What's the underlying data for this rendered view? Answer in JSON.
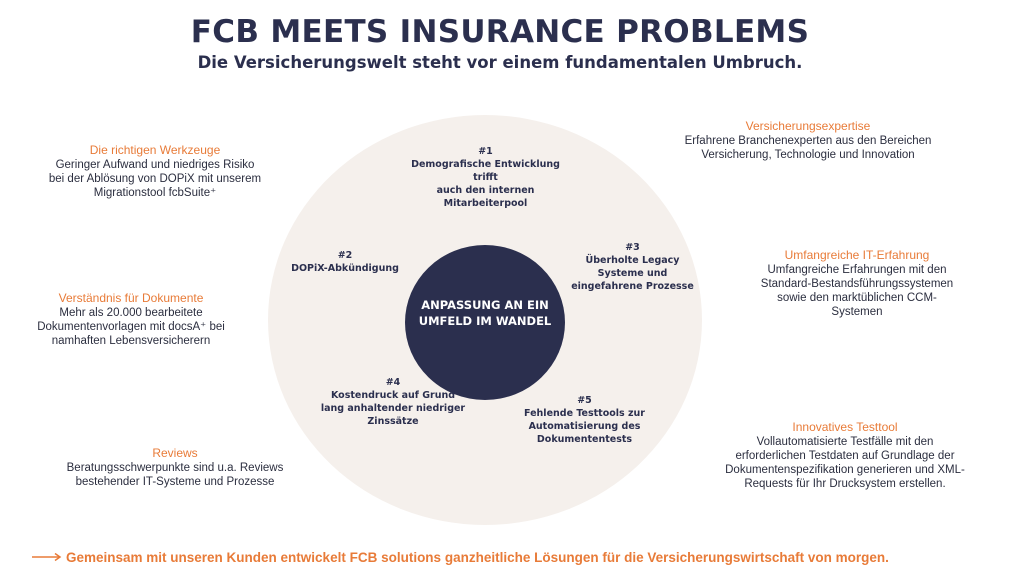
{
  "header": {
    "title": "FCB MEETS INSURANCE PROBLEMS",
    "subtitle": "Die Versicherungswelt steht vor einem fundamentalen Umbruch."
  },
  "center": {
    "lines": [
      "ANPASSUNG AN EIN",
      "UMFELD IM WANDEL"
    ]
  },
  "issues": [
    {
      "number": "#1",
      "lines": [
        "Demografische Entwicklung trifft",
        "auch den internen",
        "Mitarbeiterpool"
      ]
    },
    {
      "number": "#2",
      "lines": [
        "DOPiX-Abkündigung"
      ]
    },
    {
      "number": "#3",
      "lines": [
        "Überholte Legacy",
        "Systeme und",
        "eingefahrene Prozesse"
      ]
    },
    {
      "number": "#4",
      "lines": [
        "Kostendruck auf Grund",
        "lang anhaltender niedriger",
        "Zinssätze"
      ]
    },
    {
      "number": "#5",
      "lines": [
        "Fehlende Testtools zur",
        "Automatisierung des",
        "Dokumententests"
      ]
    }
  ],
  "left": [
    {
      "heading": "Die richtigen Werkzeuge",
      "lines": [
        "Geringer Aufwand und niedriges Risiko",
        "bei der Ablösung von DOPiX mit unserem",
        "Migrationstool fcbSuite⁺"
      ]
    },
    {
      "heading": "Verständnis für Dokumente",
      "lines": [
        "Mehr als 20.000 bearbeitete",
        "Dokumentenvorlagen mit docsA⁺ bei",
        "namhaften Lebensversicherern"
      ]
    },
    {
      "heading": "Reviews",
      "lines": [
        "Beratungsschwerpunkte sind u.a. Reviews",
        "bestehender IT-Systeme und Prozesse"
      ]
    }
  ],
  "right": [
    {
      "heading": "Versicherungsexpertise",
      "lines": [
        "Erfahrene Branchenexperten aus den Bereichen",
        "Versicherung, Technologie und Innovation"
      ]
    },
    {
      "heading": "Umfangreiche IT-Erfahrung",
      "lines": [
        "Umfangreiche Erfahrungen mit den",
        "Standard-Bestandsführungssystemen",
        "sowie den marktüblichen CCM-",
        "Systemen"
      ]
    },
    {
      "heading": "Innovatives Testtool",
      "lines": [
        "Vollautomatisierte Testfälle mit den",
        "erforderlichen Testdaten auf Grundlage der",
        "Dokumentenspezifikation generieren und XML-",
        "Requests für Ihr Drucksystem erstellen."
      ]
    }
  ],
  "footer": {
    "text": "Gemeinsam mit unseren Kunden entwickelt FCB solutions ganzheitliche Lösungen für die Versicherungswirtschaft von morgen.",
    "icon": "arrow-right-icon"
  },
  "colors": {
    "navy": "#2b2f4e",
    "accent": "#e87b38",
    "circle_bg": "#f5f0ec"
  }
}
